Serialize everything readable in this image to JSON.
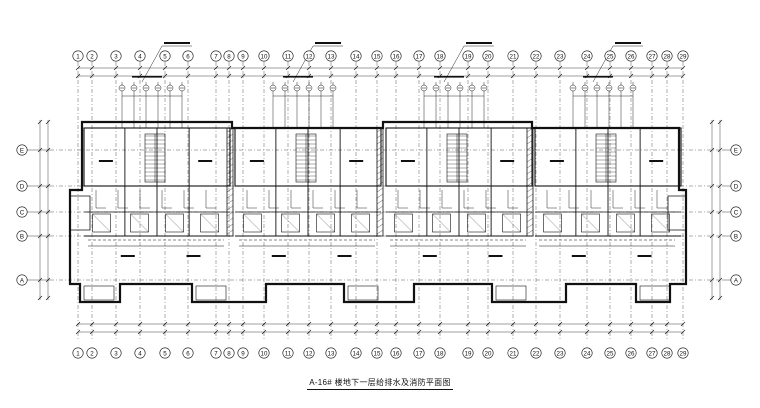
{
  "drawing": {
    "title": "A-16# 楼地下一层给排水及消防平面图",
    "column_axes": [
      "1",
      "2",
      "3",
      "4",
      "5",
      "6",
      "7",
      "8",
      "9",
      "10",
      "11",
      "12",
      "13",
      "14",
      "15",
      "16",
      "17",
      "18",
      "19",
      "20",
      "21",
      "22",
      "23",
      "24",
      "25",
      "26",
      "27",
      "28",
      "29"
    ],
    "row_axes_top_down": [
      "E",
      "D",
      "C",
      "B",
      "A"
    ],
    "colors": {
      "line": "#111111",
      "background": "#ffffff"
    }
  }
}
